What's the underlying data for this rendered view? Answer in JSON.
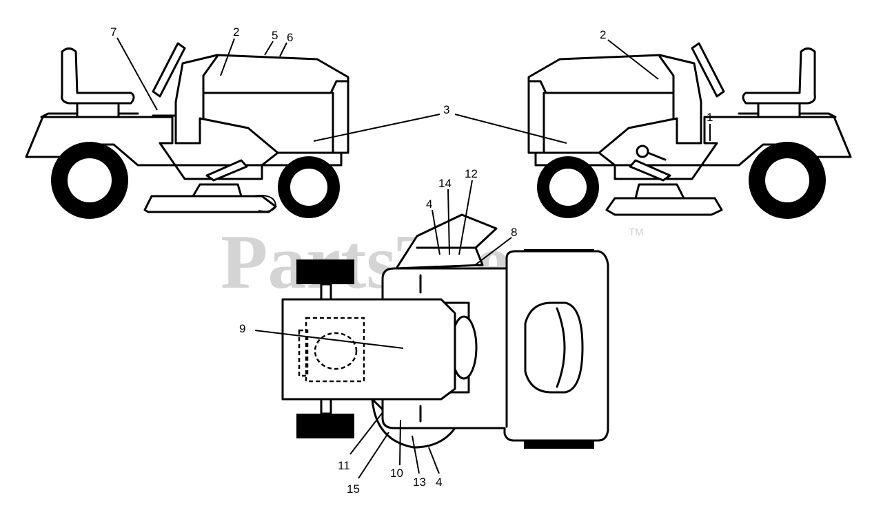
{
  "watermark": {
    "text": "PartsTree",
    "trademark": "TM"
  },
  "callouts": {
    "c1": "1",
    "c2a": "2",
    "c2b": "2",
    "c3": "3",
    "c4a": "4",
    "c4b": "4",
    "c5": "5",
    "c6": "6",
    "c7": "7",
    "c8": "8",
    "c9": "9",
    "c10": "10",
    "c11": "11",
    "c12": "12",
    "c13": "13",
    "c14": "14",
    "c15": "15"
  }
}
